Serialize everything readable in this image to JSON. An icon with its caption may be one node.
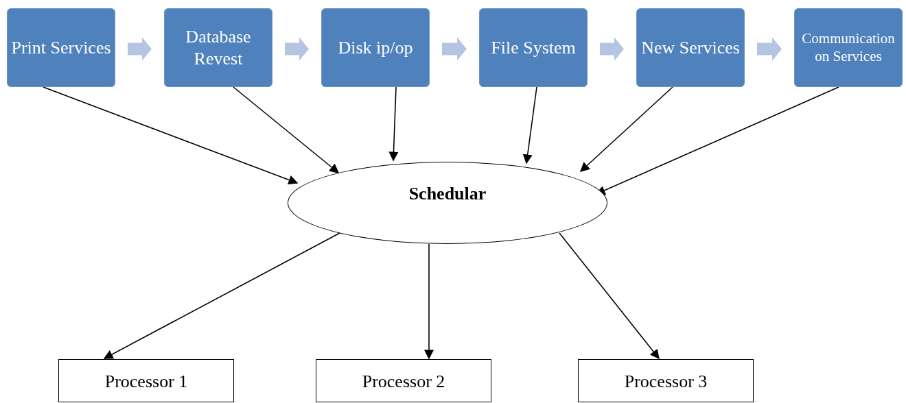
{
  "diagram": {
    "nodes": [
      {
        "text": [
          "Print Services"
        ]
      },
      {
        "text": [
          "Database Revest"
        ]
      },
      {
        "text": [
          "Disk ip/op"
        ]
      },
      {
        "text": [
          "File System"
        ]
      },
      {
        "text": [
          "New Services"
        ]
      },
      {
        "text": [
          "Communication on Services"
        ]
      },
      {
        "text": [
          "Schedular"
        ]
      },
      {
        "text": [
          "Processor 1"
        ]
      },
      {
        "text": [
          "Processor 2"
        ]
      },
      {
        "text": [
          "Processor 3"
        ]
      }
    ],
    "edges": [
      {
        "from": 0,
        "to": 1,
        "arrow": "to",
        "style": "thick",
        "color": "#b4c5e2"
      },
      {
        "from": 1,
        "to": 2,
        "arrow": "to",
        "style": "thick",
        "color": "#b4c5e2"
      },
      {
        "from": 2,
        "to": 3,
        "arrow": "to",
        "style": "thick",
        "color": "#b4c5e2"
      },
      {
        "from": 3,
        "to": 4,
        "arrow": "to",
        "style": "thick",
        "color": "#b4c5e2"
      },
      {
        "from": 4,
        "to": 5,
        "arrow": "to",
        "style": "thick",
        "color": "#b4c5e2"
      },
      {
        "from": 0,
        "to": 6,
        "arrow": "to"
      },
      {
        "from": 1,
        "to": 6,
        "arrow": "to"
      },
      {
        "from": 2,
        "to": 6,
        "arrow": "to"
      },
      {
        "from": 3,
        "to": 6,
        "arrow": "to"
      },
      {
        "from": 4,
        "to": 6,
        "arrow": "to"
      },
      {
        "from": 5,
        "to": 6,
        "arrow": "to"
      },
      {
        "from": 6,
        "to": 7,
        "arrow": "to"
      },
      {
        "from": 6,
        "to": 8,
        "arrow": "to"
      },
      {
        "from": 6,
        "to": 9,
        "arrow": "to"
      }
    ]
  }
}
